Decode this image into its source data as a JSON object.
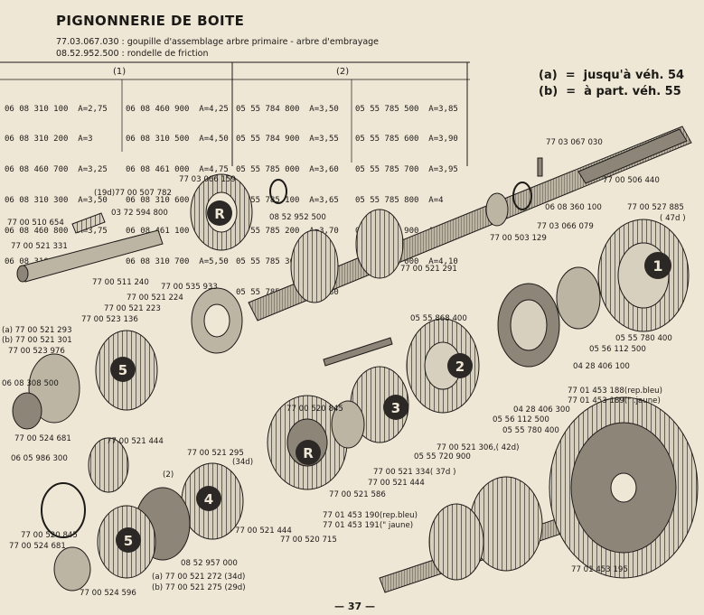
{
  "title": "PIGNONNERIE DE BOITE",
  "references": [
    "77.03.067.030 : goupille d'assemblage arbre primaire - arbre d'embrayage",
    "08.52.952.500 : rondelle de friction"
  ],
  "table": {
    "group1_header": "(1)",
    "group2_header": "(2)",
    "columns": [
      [
        "06 08 310 100  A=2,75",
        "06 08 310 200  A=3",
        "06 08 460 700  A=3,25",
        "06 08 310 300  A=3,50",
        "06 08 460 800  A=3,75",
        "06 08 310 400  A=4"
      ],
      [
        "06 08 460 900  A=4,25",
        "06 08 310 500  A=4,50",
        "06 08 461 000  A=4,75",
        "06 08 310 600  A=5",
        "06 08 461 100  A=5,25",
        "06 08 310 700  A=5,50"
      ],
      [
        "05 55 784 800  A=3,50",
        "05 55 784 900  A=3,55",
        "05 55 785 000  A=3,60",
        "05 55 785 100  A=3,65",
        "05 55 785 200  A=3,70",
        "05 55 785 300  A=3,75",
        "05 55 785 400  A=3,80"
      ],
      [
        "05 55 785 500  A=3,85",
        "05 55 785 600  A=3,90",
        "05 55 785 700  A=3,95",
        "05 55 785 800  A=4",
        "05 55 785 900  A=4,05",
        "05 55 786 000  A=4,10"
      ]
    ]
  },
  "legend": [
    "(a)  =  jusqu'à véh. 54",
    "(b)  =  à part. véh. 55"
  ],
  "callouts": [
    "77 03 067 030",
    "77 00 506 440",
    "06 08 360 100",
    "77 00 527 885",
    "( 47d )",
    "77 03 066 159",
    "(19d)77 00 507 782",
    "08 52 952 500",
    "77 00 510 654",
    "03 72 594 800",
    "77 00 521 331",
    "77 03 066 079",
    "77 00 503 129",
    "77 00 521 291",
    "77 00 511 240",
    "77 00 535 933",
    "77 00 521 224",
    "77 00 521 223",
    "77 00 523 136",
    "(a) 77 00 521 293",
    "(b) 77 00 521 301",
    "77 00 523 976",
    "06 08 308 500",
    "77 00 524 681",
    "05 55 868 400",
    "05 55 780 400",
    "05 56 112 500",
    "04 28 406 100",
    "04 28 406 300",
    "05 56 112 500",
    "05 55 780 400",
    "77 01 453 188(rep.bleu)",
    "77 01 453 189(\" .jaune)",
    "77 00 520 845",
    "77 00 521 306,( 42d)",
    "77 00 521 334( 37d )",
    "05 55 720 900",
    "77 00 521 444",
    "77 00 521 586",
    "06 05 986 300",
    "77 00 521 444",
    "77 00 521 295",
    "(34d)",
    "(2)",
    "77 00 520 845",
    "77 00 524 681",
    "77 00 521 444",
    "08 52 957 000",
    "77 00 520 715",
    "77 01 453 190(rep.bleu)",
    "77 01 453 191(\" jaune)",
    "(a) 77 00 521 272 (34d)",
    "(b) 77 00 521 275 (29d)",
    "77 00 524 596",
    "77 01 453 195"
  ],
  "gear_labels": [
    "R",
    "1",
    "5",
    "2",
    "3",
    "R",
    "4",
    "5"
  ],
  "page_number": "— 37 —",
  "colors": {
    "paper": "#efe7d6",
    "ink": "#1c1a17",
    "metal": "#8d8678",
    "badge": "#2b2825"
  }
}
